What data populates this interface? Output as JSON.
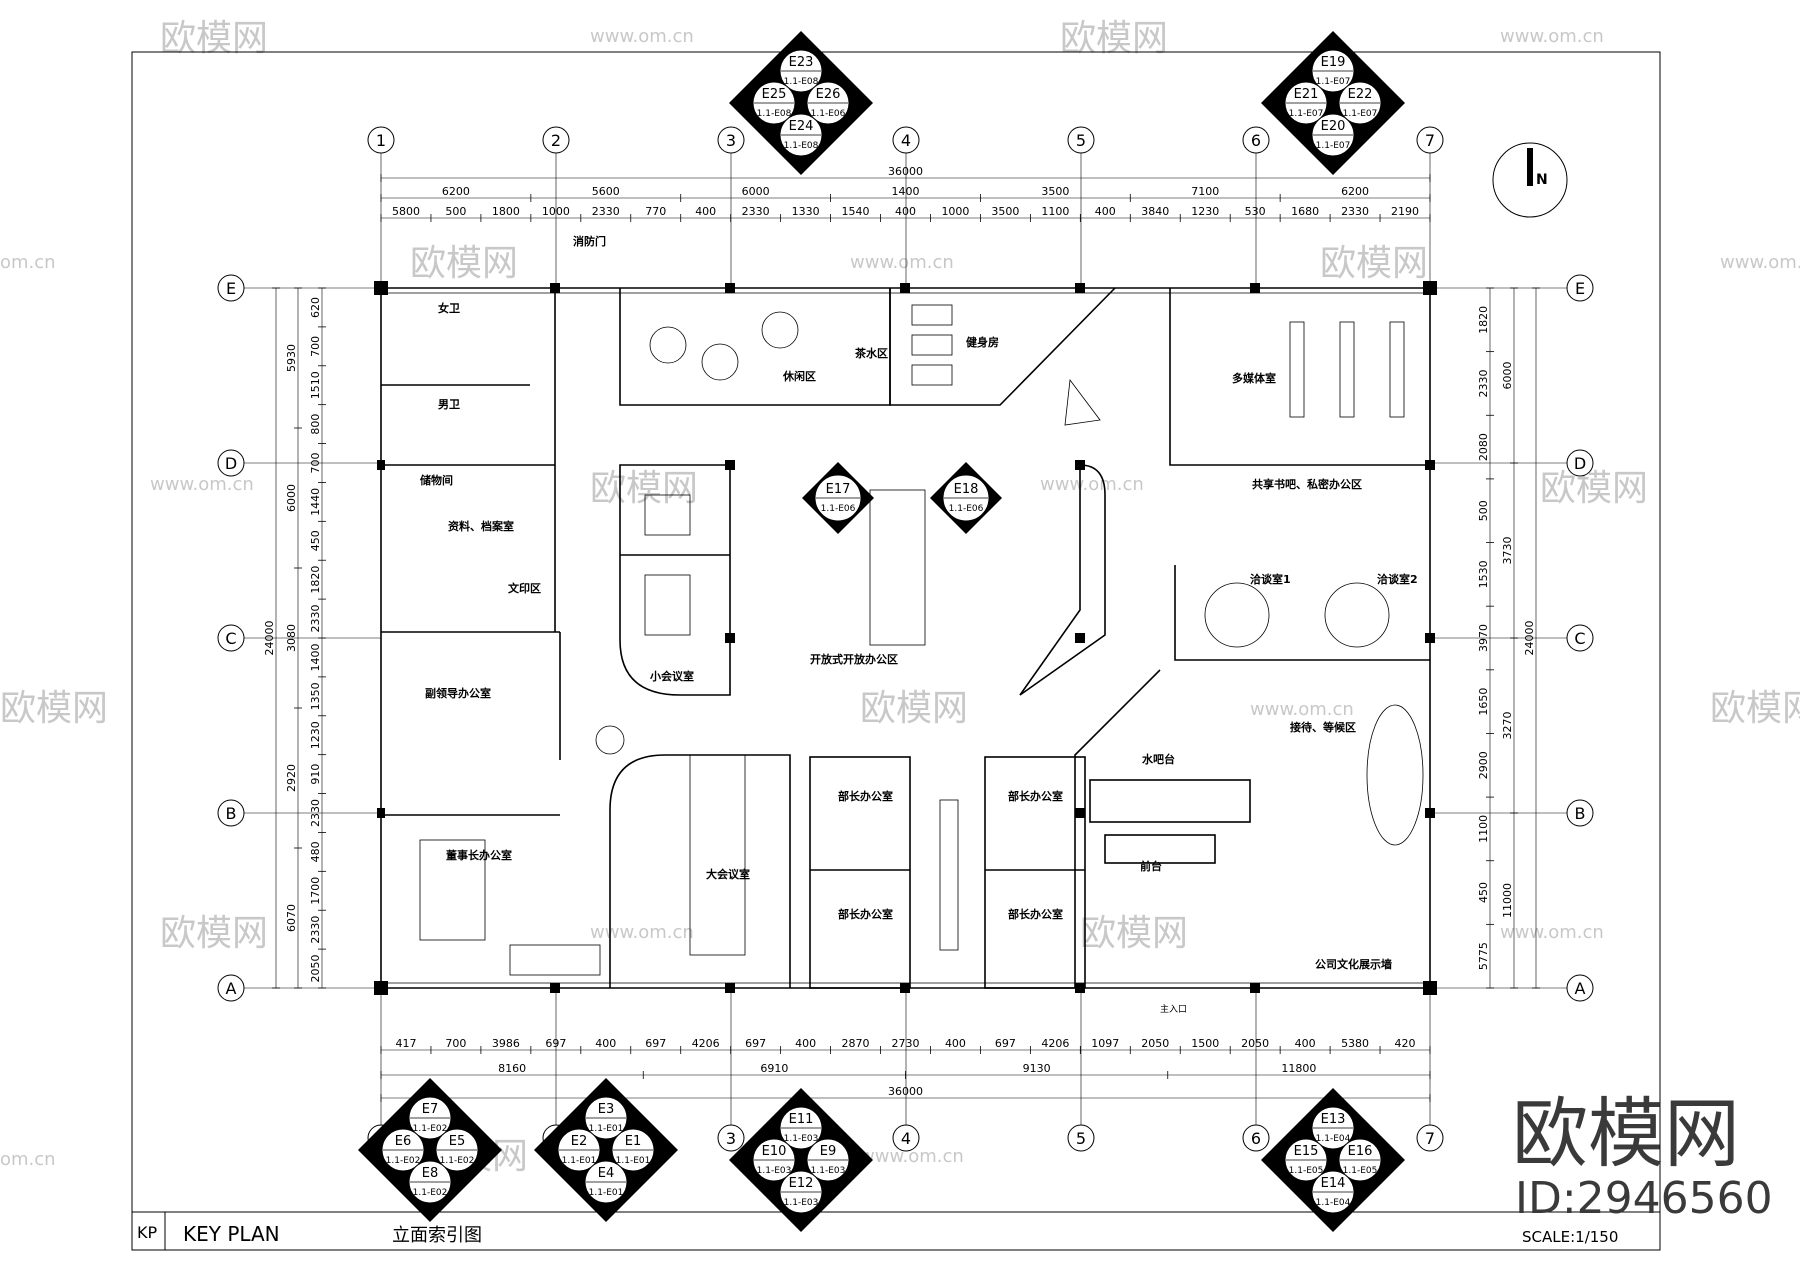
{
  "title_block": {
    "code": "KP",
    "title": "KEY PLAN",
    "subtitle": "立面索引图",
    "scale": "SCALE:1/150"
  },
  "watermark": {
    "brand": "欧模网",
    "site": "www.om.cn",
    "id": "ID:2946560",
    "short_site": "om.cn"
  },
  "north": "N",
  "grid_columns": [
    "1",
    "2",
    "3",
    "4",
    "5",
    "6",
    "7"
  ],
  "grid_rows": [
    "E",
    "D",
    "C",
    "B",
    "A"
  ],
  "dims_top": {
    "total": "36000",
    "row1": [
      "6200",
      "5600",
      "6000",
      "1400",
      "3500",
      "7100",
      "6200"
    ],
    "row2": [
      "5800",
      "500",
      "1800",
      "1000",
      "2330",
      "770",
      "400",
      "2330",
      "1330",
      "1540",
      "400",
      "1000",
      "3500",
      "1100",
      "400",
      "3840",
      "1230",
      "530",
      "1680",
      "2330",
      "2190"
    ]
  },
  "dims_bottom": {
    "total": "36000",
    "row1": [
      "417",
      "700",
      "3986",
      "697",
      "400",
      "697",
      "4206",
      "697",
      "400",
      "2870",
      "2730",
      "400",
      "697",
      "4206",
      "1097",
      "2050",
      "1500",
      "2050",
      "400",
      "5380",
      "420"
    ],
    "row2": [
      "8160",
      "6910",
      "9130",
      "11800"
    ]
  },
  "dims_left": {
    "total": "24000",
    "row1": [
      "620",
      "700",
      "1510",
      "800",
      "700",
      "1440",
      "450",
      "1820",
      "2330",
      "1400",
      "1350",
      "1230",
      "910",
      "2330",
      "480",
      "1700",
      "2330",
      "2050"
    ],
    "row2": [
      "5930",
      "6000",
      "3080",
      "2920",
      "6070"
    ]
  },
  "dims_right": {
    "total": "24000",
    "row1": [
      "1820",
      "2330",
      "2080",
      "500",
      "1530",
      "3970",
      "1650",
      "2900",
      "1100",
      "450",
      "5775"
    ],
    "row2": [
      "6000",
      "3730",
      "3270",
      "11000"
    ]
  },
  "rooms": {
    "women_wc": "女卫",
    "men_wc": "男卫",
    "storage": "储物间",
    "archive": "资料、档案室",
    "print": "文印区",
    "deputy_office": "副领导办公室",
    "chairman_office": "董事长办公室",
    "lounge": "休闲区",
    "tea": "茶水区",
    "gym": "健身房",
    "multimedia": "多媒体室",
    "bookbar": "共享书吧、私密办公区",
    "negotiation1": "洽谈室1",
    "negotiation2": "洽谈室2",
    "reception": "接待、等候区",
    "small_meeting": "小会议室",
    "open_office": "开放式开放办公区",
    "large_meeting": "大会议室",
    "dept_office_1": "部长办公室",
    "dept_office_2": "部长办公室",
    "dept_office_3": "部长办公室",
    "dept_office_4": "部长办公室",
    "bar": "水吧台",
    "front_desk": "前台",
    "culture_wall": "公司文化展示墙",
    "fire_door": "消防门",
    "main_entrance": "主入口"
  },
  "elevation_markers": [
    {
      "id": "m1",
      "top": "E23",
      "top_ref": "1.1-E08",
      "left": "E25",
      "left_ref": "1.1-E08",
      "right": "E26",
      "right_ref": "1.1-E06",
      "bottom": "E24",
      "bottom_ref": "1.1-E08"
    },
    {
      "id": "m2",
      "top": "E19",
      "top_ref": "1.1-E07",
      "left": "E21",
      "left_ref": "1.1-E07",
      "right": "E22",
      "right_ref": "1.1-E07",
      "bottom": "E20",
      "bottom_ref": "1.1-E07"
    },
    {
      "id": "m3",
      "top": "E7",
      "top_ref": "1.1-E02",
      "left": "E6",
      "left_ref": "1.1-E02",
      "right": "E5",
      "right_ref": "1.1-E02",
      "bottom": "E8",
      "bottom_ref": "1.1-E02"
    },
    {
      "id": "m4",
      "top": "E3",
      "top_ref": "1.1-E01",
      "left": "E2",
      "left_ref": "1.1-E01",
      "right": "E1",
      "right_ref": "1.1-E01",
      "bottom": "E4",
      "bottom_ref": "1.1-E01"
    },
    {
      "id": "m5",
      "top": "E11",
      "top_ref": "1.1-E03",
      "left": "E10",
      "left_ref": "1.1-E03",
      "right": "E9",
      "right_ref": "1.1-E03",
      "bottom": "E12",
      "bottom_ref": "1.1-E03"
    },
    {
      "id": "m6",
      "top": "E13",
      "top_ref": "1.1-E04",
      "left": "E15",
      "left_ref": "1.1-E05",
      "right": "E16",
      "right_ref": "1.1-E05",
      "bottom": "E14",
      "bottom_ref": "1.1-E04"
    }
  ],
  "section_markers": [
    {
      "id": "s1",
      "label": "E17",
      "ref": "1.1-E06"
    },
    {
      "id": "s2",
      "label": "E18",
      "ref": "1.1-E06"
    }
  ]
}
